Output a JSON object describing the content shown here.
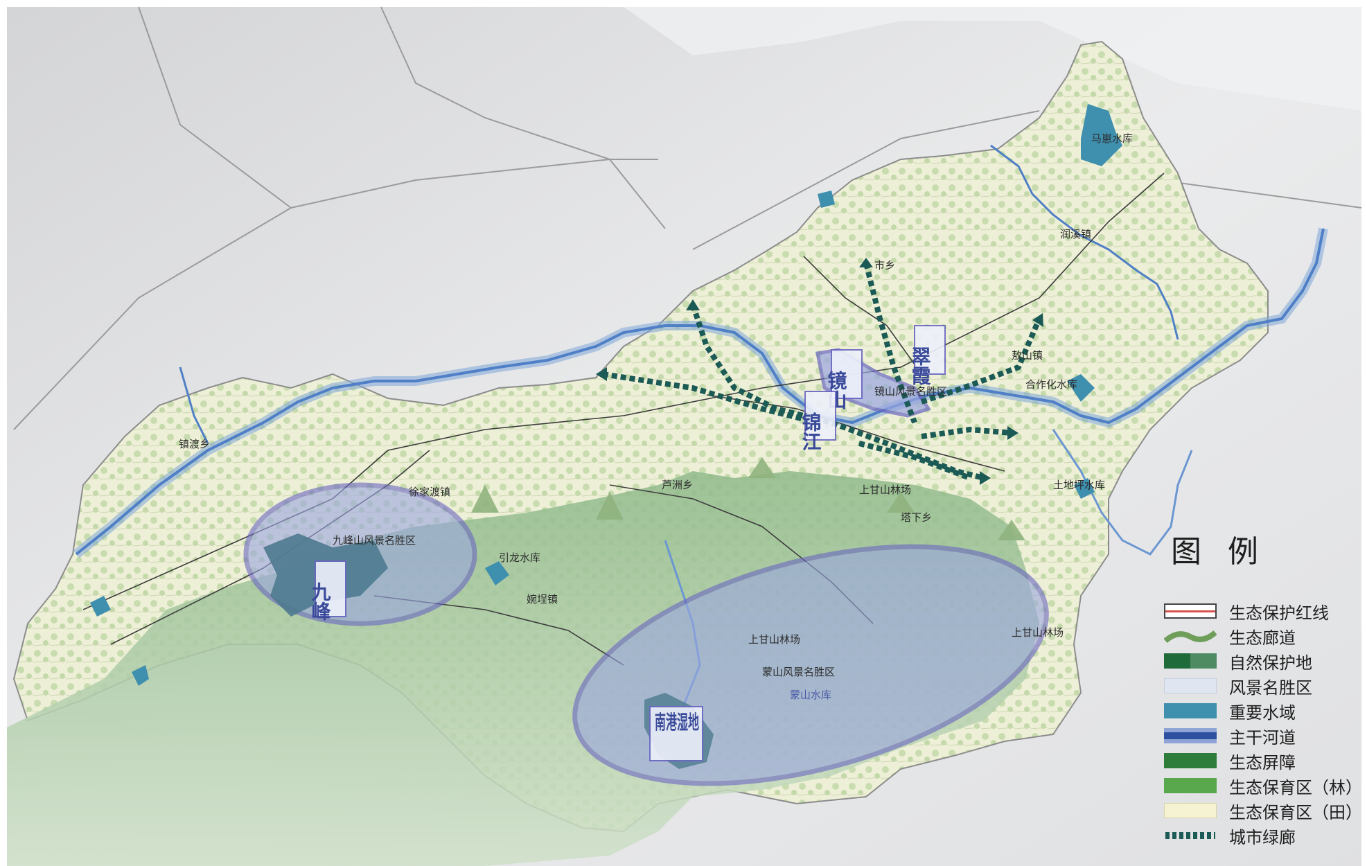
{
  "map": {
    "labels": {
      "jingshan_scenic": "镜山风景名胜区",
      "jiufeng_scenic": "九峰山风景名胜区",
      "mengshan_scenic": "蒙山风景名胜区",
      "mengshan_reservoir": "蒙山水库",
      "mashu_reservoir": "马崽水库",
      "hezuohua_reservoir": "合作化水库",
      "tudiping_reservoir": "土地坪水库",
      "yinlong_reservoir": "引龙水库",
      "runxi_town": "润溪镇",
      "shi_town": "市乡",
      "aoshan_town": "敖山镇",
      "xujiadu_town": "徐家渡镇",
      "luzhou_town": "芦洲乡",
      "wantang_town": "婉埕镇",
      "tanxia_town": "塔下乡",
      "shangganshan_farm": "上甘山林场",
      "shangganshan_farm2": "上甘山林场",
      "shangganshan_farm3": "上甘山林场",
      "zhenbo_town": "镇渡乡"
    },
    "badges": {
      "jing_shan": "镜山",
      "cui_xia": "翠霞",
      "jin_jiang": "锦江",
      "jiu_feng": "九峰",
      "nangang_wetland": "南港湿地"
    }
  },
  "legend": {
    "title": "图例",
    "items": [
      {
        "label": "生态保护红线",
        "color": "#d9534f"
      },
      {
        "label": "生态廊道",
        "color": "#6f9e5a"
      },
      {
        "label": "自然保护地",
        "color": "#1f6b3a"
      },
      {
        "label": "风景名胜区",
        "color": "#dfe6f2"
      },
      {
        "label": "重要水域",
        "color": "#3f8fae"
      },
      {
        "label": "主干河道",
        "color": "#2c4fa0"
      },
      {
        "label": "生态屏障",
        "color": "#2e7d3a"
      },
      {
        "label": "生态保育区（林）",
        "color": "#59a84d"
      },
      {
        "label": "生态保育区（田）",
        "color": "#f5f3d2"
      },
      {
        "label": "城市绿廊",
        "color": "#1c5a55"
      }
    ]
  }
}
